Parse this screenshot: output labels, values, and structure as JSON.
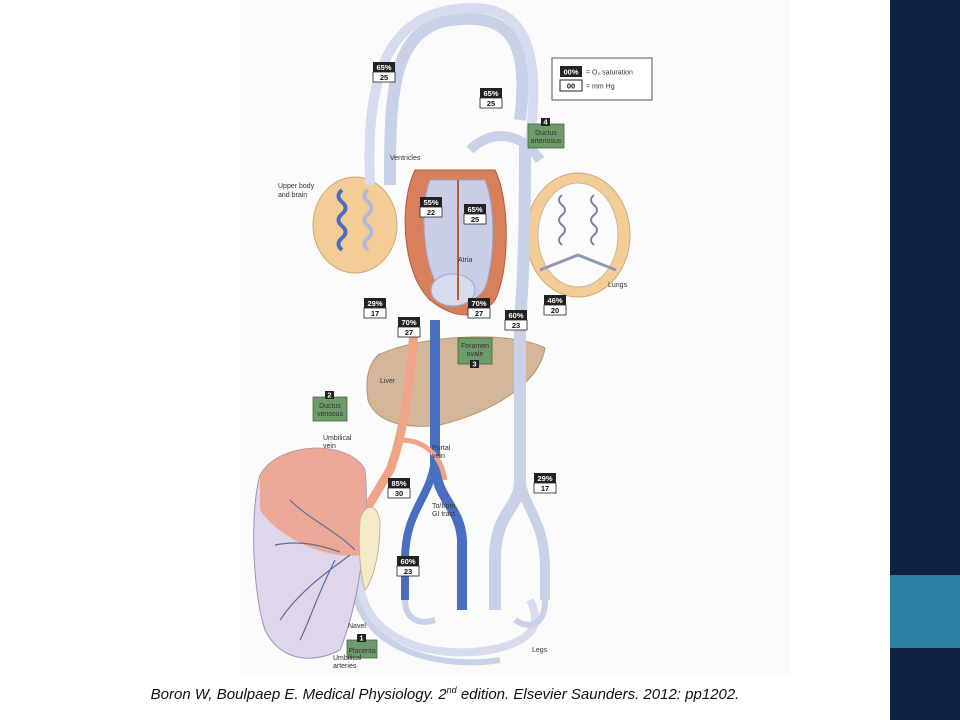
{
  "caption": {
    "before_sup": "Boron W, Boulpaep E. Medical Physiology. 2",
    "sup": "nd",
    "after_sup": " edition. Elsevier Saunders. 2012: pp1202."
  },
  "legend": {
    "pct_key": "00%",
    "pct_desc": "= O₂ saturation",
    "mm_key": "00",
    "mm_desc": "= mm Hg"
  },
  "labels": {
    "ventricles": "Ventricles",
    "upper_body": "Upper body",
    "and_brain": "and brain",
    "atria": "Atria",
    "lungs": "Lungs",
    "liver": "Liver",
    "umbilical_vein_1": "Umbilical",
    "umbilical_vein_2": "vein",
    "portal_vein_1": "Portal",
    "portal_vein_2": "vein",
    "gi_tract_1": "To/from",
    "gi_tract_2": "GI tract",
    "navel": "Navel",
    "umbilical_arteries_1": "Umbilical",
    "umbilical_arteries_2": "arteries",
    "legs": "Legs"
  },
  "structures": {
    "placenta": {
      "num": "1",
      "name_1": "Placenta",
      "name_2": ""
    },
    "ductus_venosus": {
      "num": "2",
      "name_1": "Ductus",
      "name_2": "venosus"
    },
    "foramen_ovale": {
      "num": "3",
      "name_1": "Foramen",
      "name_2": "ovale"
    },
    "ductus_arteriosus": {
      "num": "4",
      "name_1": "Ductus",
      "name_2": "arteriosus"
    }
  },
  "values": {
    "upper_body": {
      "pct": "65%",
      "mm": "25"
    },
    "aortic_arch": {
      "pct": "65%",
      "mm": "25"
    },
    "right_ventricle": {
      "pct": "55%",
      "mm": "22"
    },
    "left_ventricle": {
      "pct": "65%",
      "mm": "25"
    },
    "svc": {
      "pct": "29%",
      "mm": "17"
    },
    "right_atrium": {
      "pct": "70%",
      "mm": "27"
    },
    "ivc": {
      "pct": "70%",
      "mm": "27"
    },
    "descending_aorta": {
      "pct": "60%",
      "mm": "23"
    },
    "lungs": {
      "pct": "46%",
      "mm": "20"
    },
    "umbilical_vein": {
      "pct": "85%",
      "mm": "30"
    },
    "lower_body": {
      "pct": "29%",
      "mm": "17"
    },
    "umbilical_artery": {
      "pct": "60%",
      "mm": "23"
    }
  }
}
